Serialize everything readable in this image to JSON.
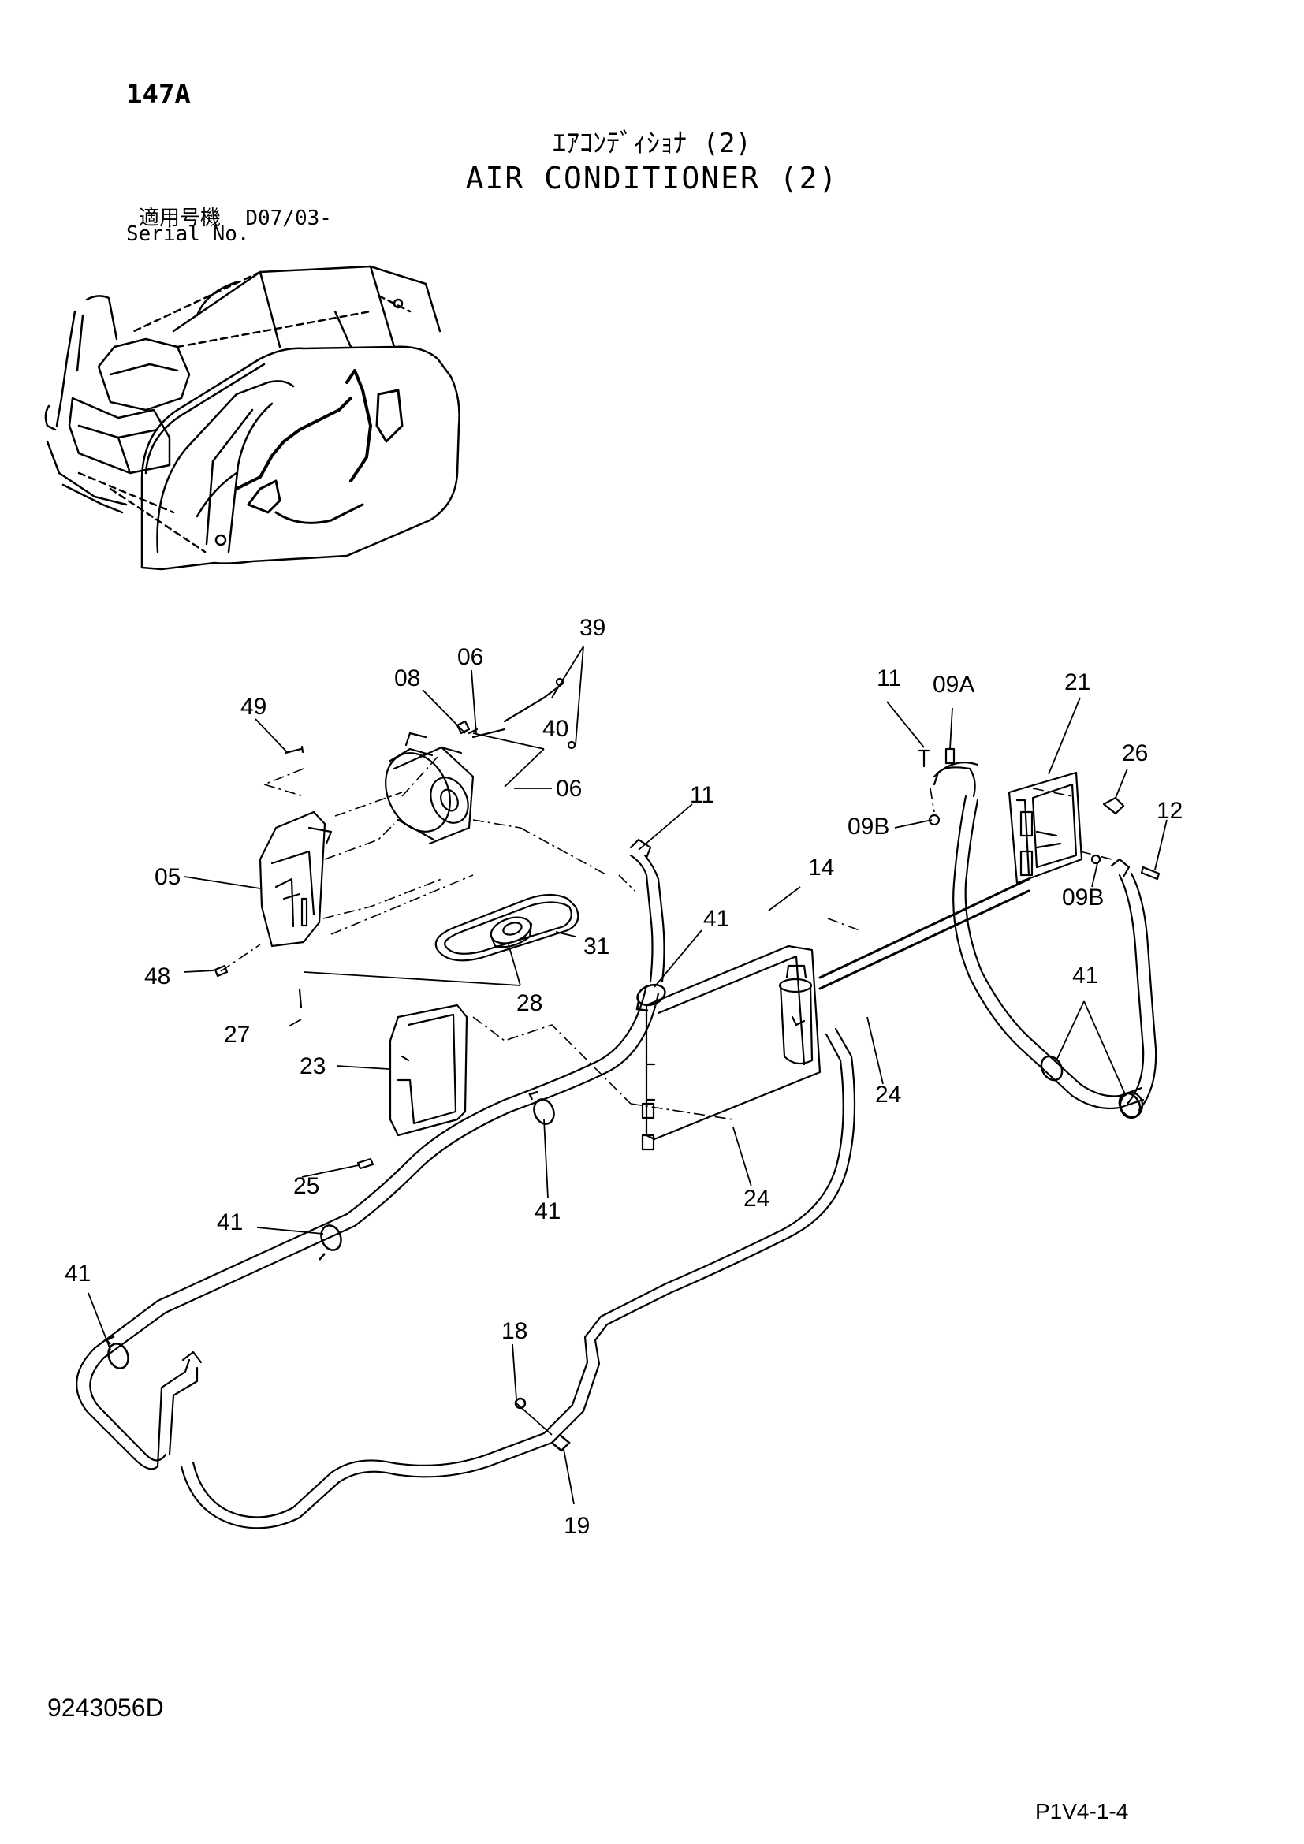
{
  "header": {
    "page_number": "147A",
    "title_jp": "ｴｱｺﾝﾃﾞｨｼｮﾅ (2)",
    "title_en": "AIR CONDITIONER (2)",
    "serial_label_jp": "適用号機",
    "serial_value": "D07/03-",
    "serial_label_en": "Serial No."
  },
  "footer": {
    "drawing_number": "9243056D",
    "page_reference": "P1V4-1-4"
  },
  "callouts": {
    "c05": "05",
    "c06a": "06",
    "c06b": "06",
    "c08": "08",
    "c09a": "09A",
    "c09b_top": "09B",
    "c09b_right": "09B",
    "c11a": "11",
    "c11b": "11",
    "c12": "12",
    "c14": "14",
    "c18": "18",
    "c19": "19",
    "c21": "21",
    "c23": "23",
    "c24a": "24",
    "c24b": "24",
    "c25": "25",
    "c26": "26",
    "c27": "27",
    "c28": "28",
    "c31": "31",
    "c39": "39",
    "c40": "40",
    "c41_clamp": "41",
    "c41_right": "41",
    "c41_mid": "41",
    "c41_left": "41",
    "c41_far": "41",
    "c48": "48",
    "c49": "49"
  }
}
